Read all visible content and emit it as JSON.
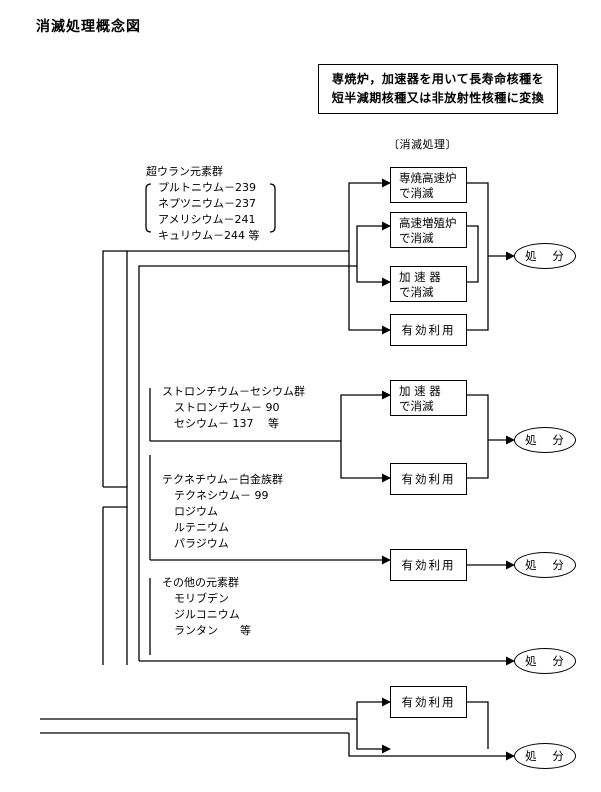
{
  "title": "消滅処理概念図",
  "note": {
    "line1": "専焼炉，加速器を用いて長寿命核種を",
    "line2": "短半減期核種又は非放射性核種に変換"
  },
  "process_label": "〔消滅処理〕",
  "boxes": {
    "senshou_l1": "専焼高速炉",
    "senshou_l2": "で消滅",
    "zoushoku_l1": "高速増殖炉",
    "zoushoku_l2": "で消滅",
    "kasoku1_l1": "加 速 器",
    "kasoku1_l2": "で消滅",
    "yuukou1": "有効利用",
    "kasoku2_l1": "加 速 器",
    "kasoku2_l2": "で消滅",
    "yuukou2": "有効利用",
    "yuukou3": "有効利用",
    "yuukou4": "有効利用"
  },
  "disposal_label": "処 分",
  "groups": {
    "transuranic": {
      "head": "超ウラン元素群",
      "items": [
        "プルトニウム－239",
        "ネプツニウム－237",
        "アメリシウム－241",
        "キュリウム－244 等"
      ]
    },
    "sr_cs": {
      "head": "ストロンチウム－セシウム群",
      "items": [
        "ストロンチウム－ 90",
        "セシウム－ 137　 等"
      ]
    },
    "tc_pt": {
      "head": "テクネチウム－白金族群",
      "items": [
        "テクネシウム－ 99",
        "ロジウム",
        "ルテニウム",
        "パラジウム"
      ]
    },
    "other": {
      "head": "その他の元素群",
      "items": [
        "モリブデン",
        "ジルコニウム",
        "ランタン　　等"
      ]
    }
  }
}
